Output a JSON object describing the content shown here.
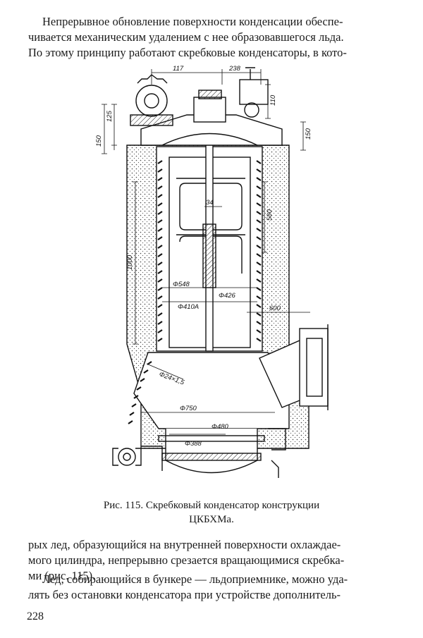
{
  "paragraph_top": [
    "Непрерывное обновление поверхности конденсации обеспе-",
    "чивается механическим удалением с нее образовавшегося льда.",
    "По этому принципу работают скребковые конденсаторы, в кото-"
  ],
  "figure": {
    "caption_line1": "Рис. 115. Скребковый конденсатор конструкции",
    "caption_line2": "ЦКБХМа.",
    "dimensions": {
      "d117": "117",
      "d238": "238",
      "d125": "125",
      "d110": "110",
      "d150_left": "150",
      "d150_right": "150",
      "d34": "34",
      "d580": "580",
      "d1000": "1000",
      "d548": "Φ548",
      "d426": "Φ426",
      "d410": "Φ410A",
      "d600": "600",
      "d24": "Φ24×1,5",
      "d750": "Φ750",
      "d480": "Φ480",
      "d388": "Φ388"
    }
  },
  "paragraph_mid": [
    "рых лед, образующийся на внутренней поверхности охлаждае-",
    "мого цилиндра, непрерывно срезается вращающимися скребка-",
    "ми (рис. 115)."
  ],
  "paragraph_bottom": [
    "Лед, собирающийся в бункере — льдоприемнике, можно уда-",
    "лять без остановки конденсатора при устройстве дополнитель-"
  ],
  "page_number": "228"
}
